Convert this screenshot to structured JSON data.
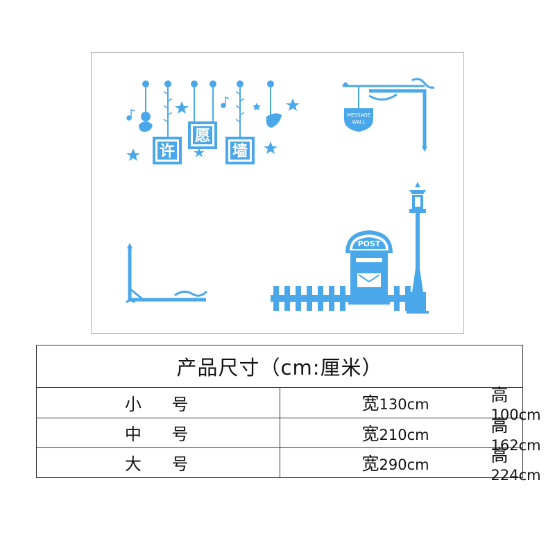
{
  "illustration": {
    "sign_chars": [
      "许",
      "愿",
      "墙"
    ],
    "lamp_sign_line1": "MESSAGE",
    "lamp_sign_line2": "WALL",
    "mailbox_label": "POST",
    "color": "#4aa8ea"
  },
  "size_table": {
    "title": "产品尺寸（cm:厘米）",
    "rows": [
      {
        "name": "小 号",
        "width_label": "宽",
        "width_value": "130cm",
        "height_label": "高",
        "height_value": "100cm"
      },
      {
        "name": "中 号",
        "width_label": "宽",
        "width_value": "210cm",
        "height_label": "高",
        "height_value": "162cm"
      },
      {
        "name": "大 号",
        "width_label": "宽",
        "width_value": "290cm",
        "height_label": "高",
        "height_value": "224cm"
      }
    ]
  }
}
